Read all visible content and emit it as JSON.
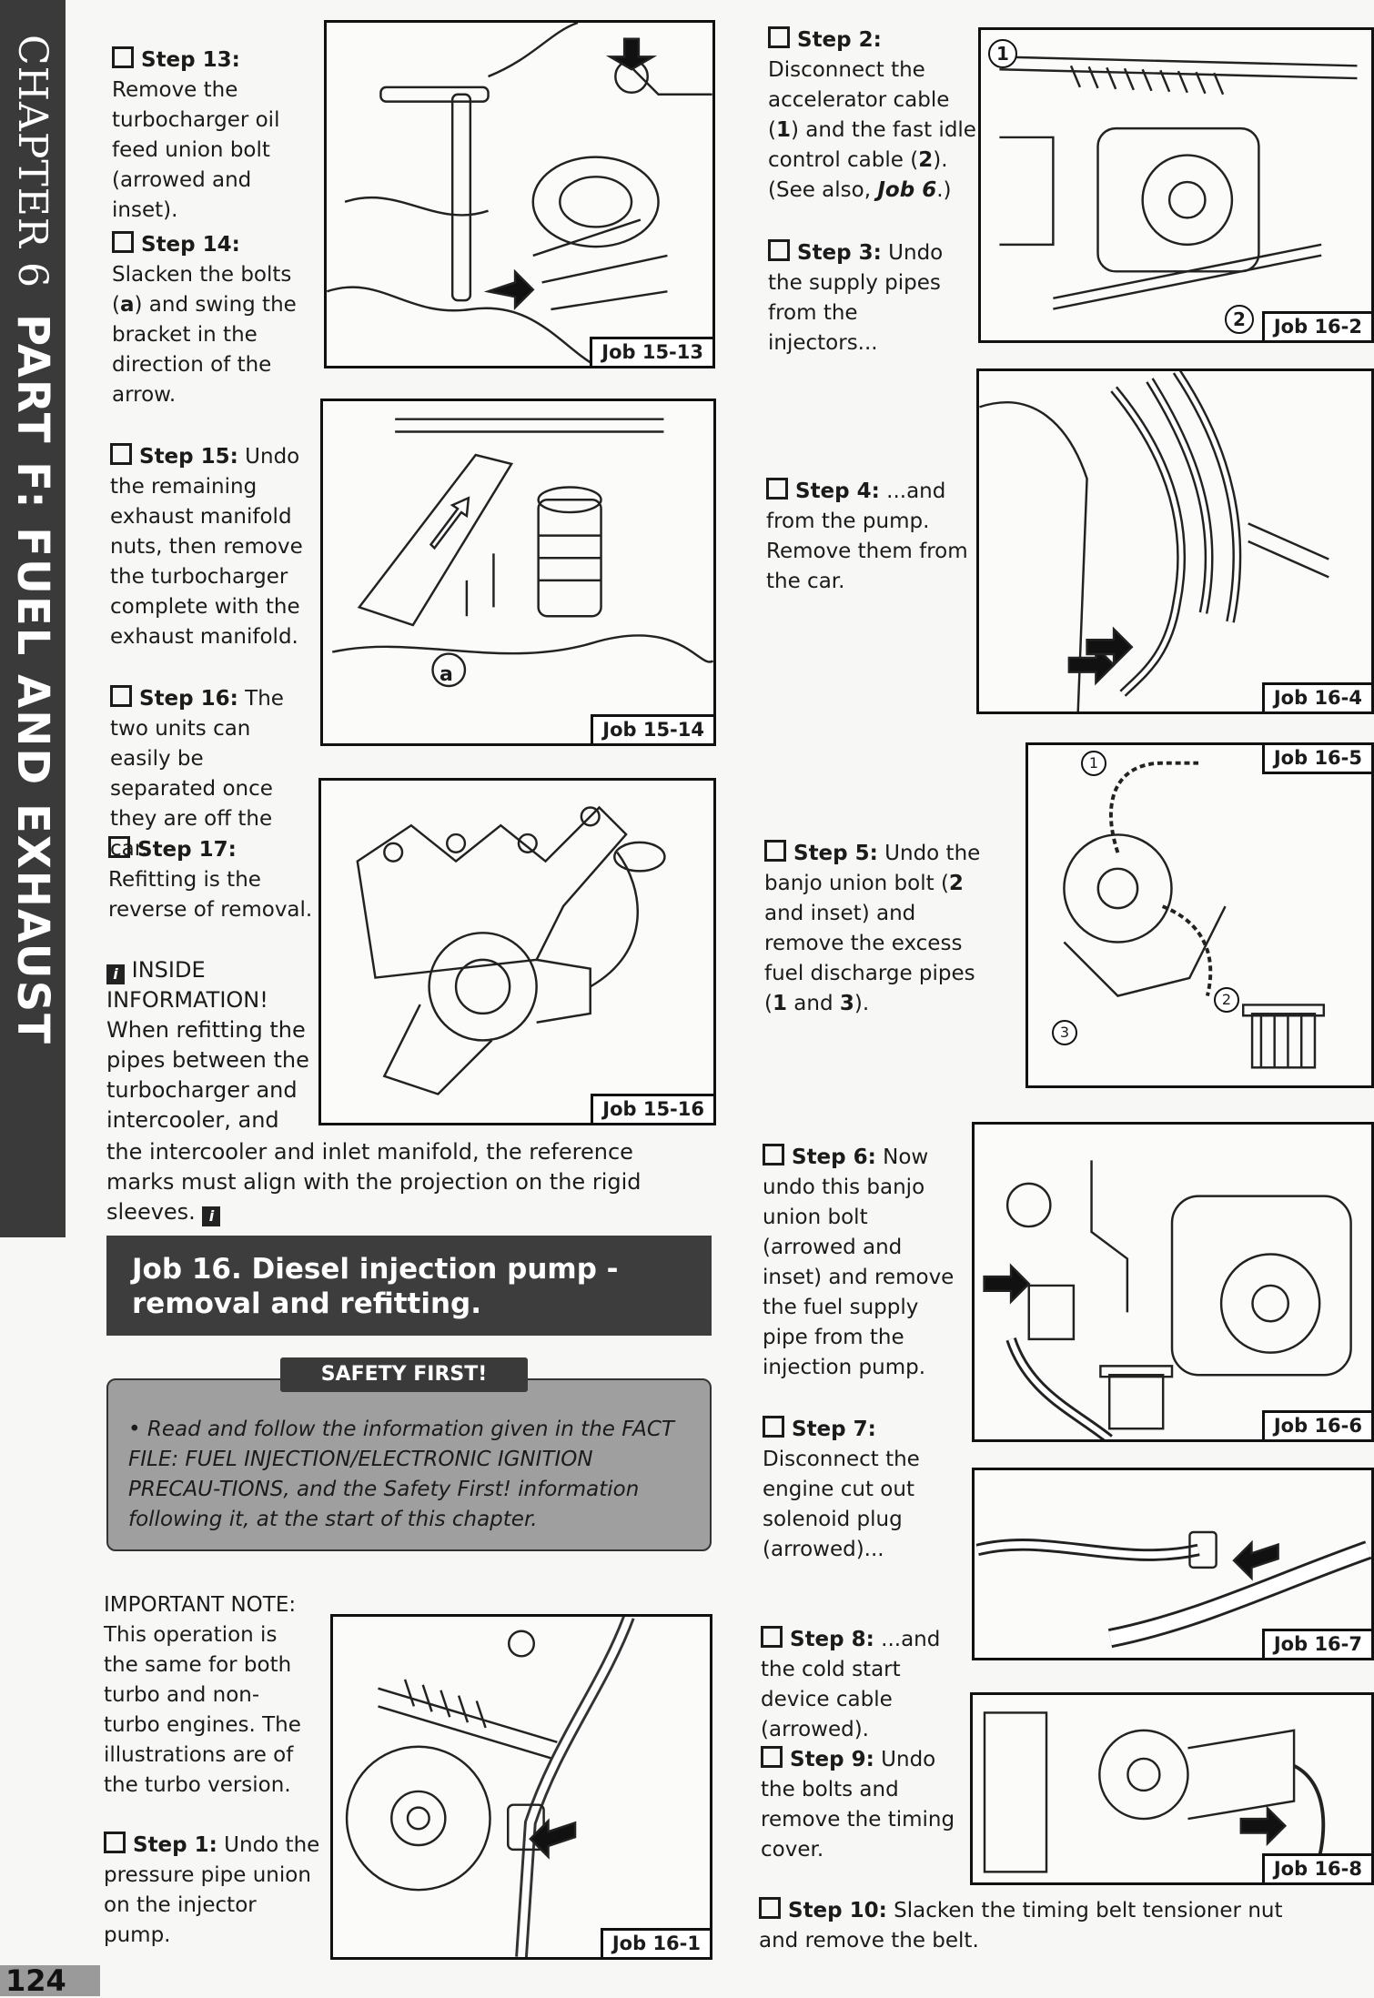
{
  "sidebar": {
    "chapter": "CHAPTER 6",
    "part": "PART F: FUEL AND EXHAUST"
  },
  "page_number": "124",
  "steps_left": {
    "s13": {
      "label": "Step 13:",
      "text": "Remove the turbocharger oil feed union bolt (arrowed and inset)."
    },
    "s14": {
      "label": "Step 14:",
      "text_a": "Slacken the bolts (",
      "bold": "a",
      "text_b": ") and swing the bracket in the direction of the arrow."
    },
    "s15": {
      "label": "Step 15:",
      "text": "Undo the remaining exhaust manifold nuts, then remove the turbocharger complete with the exhaust manifold."
    },
    "s16": {
      "label": "Step 16:",
      "text": "The two units can easily be separated once they are off the car."
    },
    "s17": {
      "label": "Step 17:",
      "text": "Refitting is the reverse of removal."
    }
  },
  "inside_info": {
    "icon": "i",
    "heading_1": "INSIDE",
    "heading_2": "INFORMATION!",
    "text_1": "When refitting the pipes between the turbocharger and intercooler, and",
    "text_2": "the intercooler and inlet manifold, the reference marks must align with the projection on the rigid sleeves."
  },
  "job16": {
    "title_1": "Job 16. Diesel injection pump -",
    "title_2": "removal and refitting."
  },
  "safety": {
    "tab": "SAFETY FIRST!",
    "text": "• Read and follow the information given in the FACT FILE: FUEL INJECTION/ELECTRONIC IGNITION PRECAU-TIONS, and the Safety First! information following it, at the start of this chapter."
  },
  "note": "IMPORTANT NOTE: This operation is the same for both turbo and non-turbo engines. The illustrations are of the turbo version.",
  "steps_right": {
    "s1": {
      "label": "Step 1:",
      "text": "Undo the pressure pipe union on the injector pump."
    },
    "s2": {
      "label": "Step 2:",
      "t1": "Disconnect the accelerator cable (",
      "b1": "1",
      "t2": ") and the fast idle control cable (",
      "b2": "2",
      "t3": "). (See also, ",
      "b3": "Job 6",
      "t4": ".)"
    },
    "s3": {
      "label": "Step 3:",
      "text": "Undo the supply pipes from the injectors..."
    },
    "s4": {
      "label": "Step 4:",
      "text": "...and from the pump. Remove them from the car."
    },
    "s5": {
      "label": "Step 5:",
      "t1": "Undo the banjo union bolt (",
      "b1": "2",
      "t2": " and inset) and remove the excess fuel discharge pipes (",
      "b2": "1",
      "t3": " and ",
      "b3": "3",
      "t4": ")."
    },
    "s6": {
      "label": "Step 6:",
      "text": "Now undo this banjo union bolt (arrowed and inset) and remove the fuel supply pipe from the injection pump."
    },
    "s7": {
      "label": "Step 7:",
      "text": "Disconnect the engine cut out solenoid plug (arrowed)..."
    },
    "s8": {
      "label": "Step 8:",
      "text": "...and the cold start device cable (arrowed)."
    },
    "s9": {
      "label": "Step 9:",
      "text": "Undo the bolts and remove the timing cover."
    },
    "s10": {
      "label": "Step 10:",
      "text": "Slacken the timing belt tensioner nut and remove the belt."
    }
  },
  "figures": {
    "f15_13": {
      "caption": "Job 15-13"
    },
    "f15_14": {
      "caption": "Job 15-14",
      "callout": "a"
    },
    "f15_16": {
      "caption": "Job 15-16"
    },
    "f16_1": {
      "caption": "Job 16-1"
    },
    "f16_2": {
      "caption": "Job 16-2",
      "c1": "1",
      "c2": "2"
    },
    "f16_4": {
      "caption": "Job 16-4"
    },
    "f16_5": {
      "caption": "Job 16-5",
      "c1": "1",
      "c2": "2",
      "c3": "3"
    },
    "f16_6": {
      "caption": "Job 16-6"
    },
    "f16_7": {
      "caption": "Job 16-7"
    },
    "f16_8": {
      "caption": "Job 16-8"
    }
  }
}
